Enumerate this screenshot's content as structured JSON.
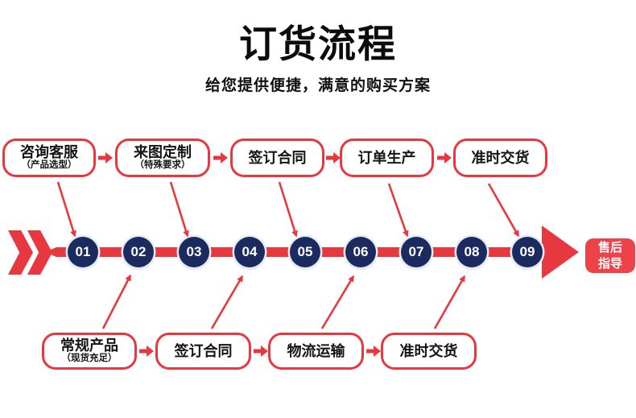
{
  "header": {
    "title": "订货流程",
    "subtitle": "给您提供便捷，满意的购买方案"
  },
  "colors": {
    "accent_red": "#e8383f",
    "circle_navy": "#1b2b60",
    "text_black": "#0c0c0c",
    "white": "#ffffff"
  },
  "top_steps": [
    {
      "label": "咨询客服",
      "sublabel": "（产品选型）"
    },
    {
      "label": "来图定制",
      "sublabel": "（特殊要求）"
    },
    {
      "label": "签订合同"
    },
    {
      "label": "订单生产"
    },
    {
      "label": "准时交货"
    }
  ],
  "bottom_steps": [
    {
      "label": "常规产品",
      "sublabel": "（现货充足）"
    },
    {
      "label": "签订合同"
    },
    {
      "label": "物流运输"
    },
    {
      "label": "准时交货"
    }
  ],
  "timeline": {
    "numbers": [
      "01",
      "02",
      "03",
      "04",
      "05",
      "06",
      "07",
      "08",
      "09"
    ],
    "end_badge_line1": "售后",
    "end_badge_line2": "指导"
  }
}
